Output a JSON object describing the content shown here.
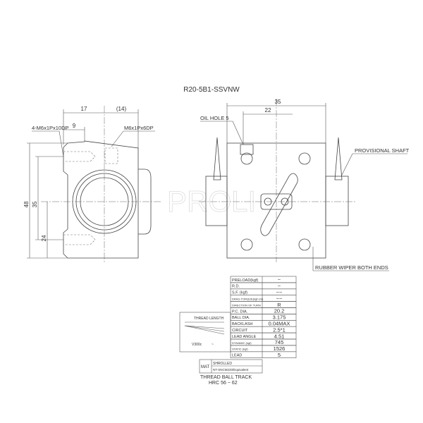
{
  "title": "R20-5B1-SSVNW",
  "watermark": "PROLI",
  "left_view": {
    "dim_17": "17",
    "dim_14": "(14)",
    "dim_9": "9",
    "tap_left": "4-M6x1Px10DP",
    "tap_top": "M6x1Px6DP",
    "dim_48": "48",
    "dim_35": "35",
    "dim_24": "24"
  },
  "right_view": {
    "dim_35": "35",
    "dim_22": "22",
    "oil_hole": "OIL HOLE 5",
    "provisional_shaft": "PROVISIONAL SHAFT",
    "rubber_wiper": "RUBBER WIPER BOTH ENDS"
  },
  "spec_table": [
    {
      "label": "PRELOAD(kgf)",
      "value": "~"
    },
    {
      "label": "R.D.",
      "value": "~"
    },
    {
      "label": "S.F.  (kgf)",
      "value": "~~"
    },
    {
      "label": "DRAG TORQUE(kgf-cm)",
      "value": "~~"
    },
    {
      "label": "DIRECTION OF TURN",
      "value": "R"
    },
    {
      "label": "P.C. DIA.",
      "value": "20.2"
    },
    {
      "label": "BALL DIA.",
      "value": "3.175"
    },
    {
      "label": "BACKLASH",
      "value": "0.04MAX"
    },
    {
      "label": "CIRCUIT",
      "value": "2.5*1"
    },
    {
      "label": "LEAD ANGLE",
      "value": "4.51"
    },
    {
      "label": "DYNAMIC   (kgf)",
      "value": "745"
    },
    {
      "label": "STATIC    (kgf)",
      "value": "1526"
    },
    {
      "label": "LEAD",
      "value": "5"
    }
  ],
  "thread_chart": {
    "title": "THREAD LENGTH",
    "note1": "V300c",
    "note2": "~"
  },
  "material": {
    "label": "MAT",
    "line1": "SHROLLED",
    "line2": "NT-SNCM220/Equivalent"
  },
  "hardness": {
    "line1": "THREAD BALL TRACK",
    "line2": "HRC 56 ~ 62"
  }
}
